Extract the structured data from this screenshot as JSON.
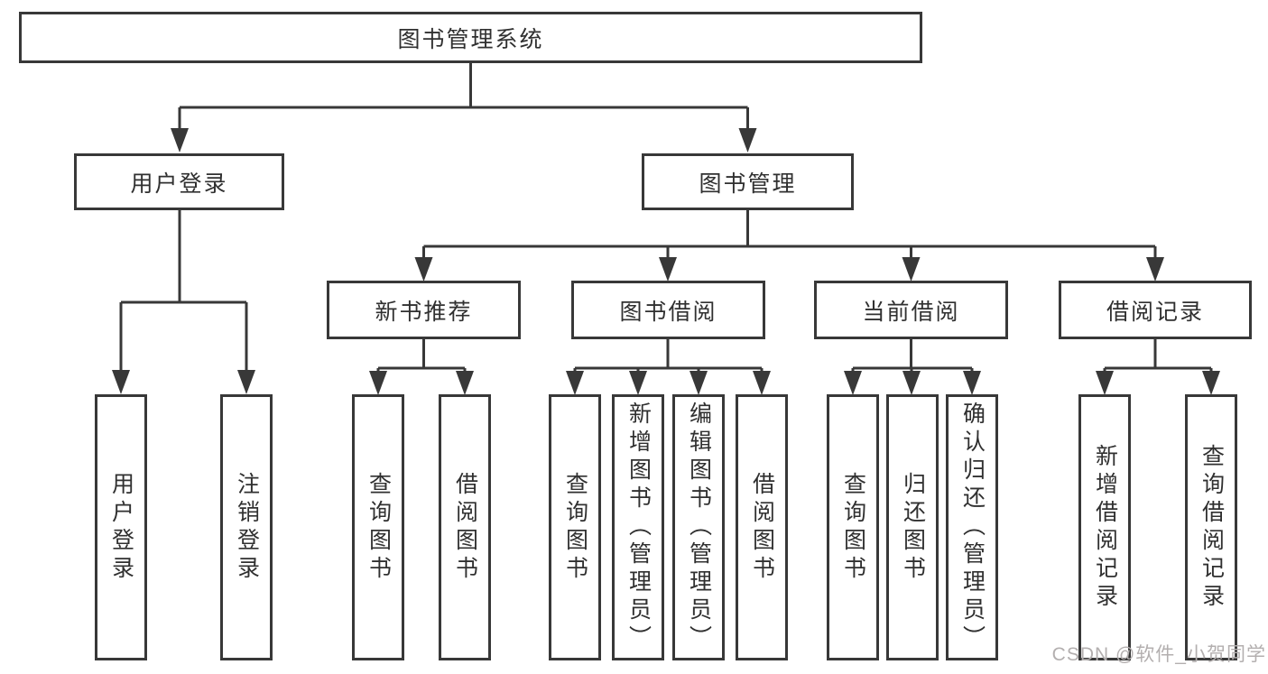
{
  "title": "图书管理系统",
  "level2": {
    "user_login": "用户登录",
    "book_mgmt": "图书管理"
  },
  "level3": {
    "new_book_rec": "新书推荐",
    "book_borrow": "图书借阅",
    "current_borrow": "当前借阅",
    "borrow_record": "借阅记录"
  },
  "leaves": {
    "user_login": "用户登录",
    "logout": "注销登录",
    "rec_query_book": "查询图书",
    "rec_borrow_book": "借阅图书",
    "bb_query_book": "查询图书",
    "bb_add_book": "新增图书（管理员）",
    "bb_edit_book": "编辑图书（管理员）",
    "bb_borrow_book": "借阅图书",
    "cb_query_book": "查询图书",
    "cb_return_book": "归还图书",
    "cb_confirm_return": "确认归还（管理员）",
    "br_add_record": "新增借阅记录",
    "br_query_record": "查询借阅记录"
  },
  "watermark": "CSDN @软件_小贺同学",
  "colors": {
    "line": "#383838",
    "text": "#303030",
    "watermark": "#b3afaf",
    "background": "#ffffff"
  }
}
